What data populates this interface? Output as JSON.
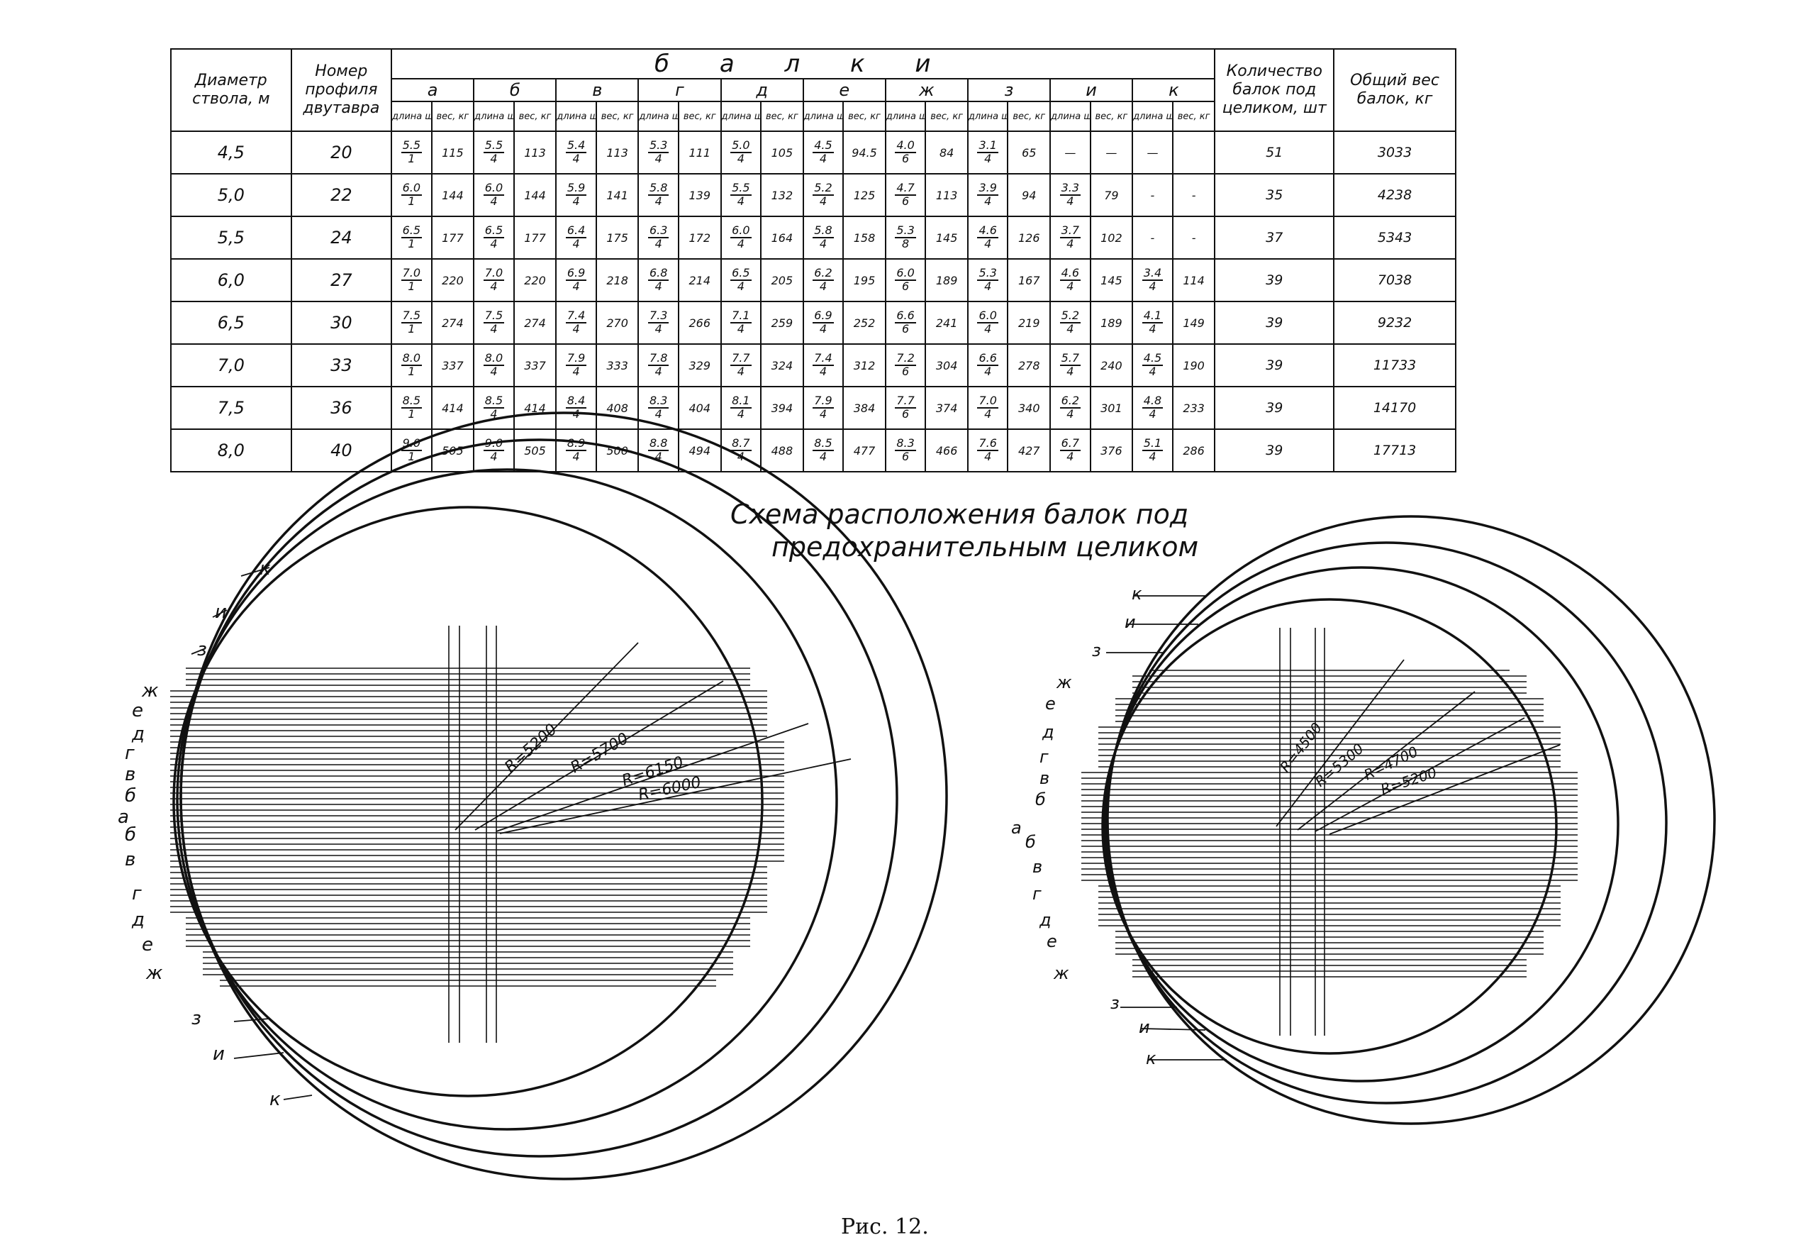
{
  "table": {
    "headers": {
      "diameter": "Диаметр ствола, м",
      "profile": "Номер профиля двутавра",
      "beams": "б а л к и",
      "count": "Количество балок под целиком, шт",
      "total": "Общий вес балок, кг"
    },
    "groups": [
      "а",
      "б",
      "в",
      "г",
      "д",
      "е",
      "ж",
      "з",
      "и",
      "к"
    ],
    "sub_len": "длина шт",
    "sub_w": "вес, кг",
    "rows": [
      {
        "d": "4,5",
        "p": "20",
        "cells": [
          [
            "5.5",
            "1",
            "115"
          ],
          [
            "5.5",
            "4",
            "113"
          ],
          [
            "5.4",
            "4",
            "113"
          ],
          [
            "5.3",
            "4",
            "111"
          ],
          [
            "5.0",
            "4",
            "105"
          ],
          [
            "4.5",
            "4",
            "94.5"
          ],
          [
            "4.0",
            "6",
            "84"
          ],
          [
            "3.1",
            "4",
            "65"
          ],
          [
            "—",
            "",
            "—"
          ],
          [
            "—",
            "",
            ""
          ]
        ],
        "count": "51",
        "total": "3033"
      },
      {
        "d": "5,0",
        "p": "22",
        "cells": [
          [
            "6.0",
            "1",
            "144"
          ],
          [
            "6.0",
            "4",
            "144"
          ],
          [
            "5.9",
            "4",
            "141"
          ],
          [
            "5.8",
            "4",
            "139"
          ],
          [
            "5.5",
            "4",
            "132"
          ],
          [
            "5.2",
            "4",
            "125"
          ],
          [
            "4.7",
            "6",
            "113"
          ],
          [
            "3.9",
            "4",
            "94"
          ],
          [
            "3.3",
            "4",
            "79"
          ],
          [
            "-",
            "",
            "-"
          ]
        ],
        "count": "35",
        "total": "4238"
      },
      {
        "d": "5,5",
        "p": "24",
        "cells": [
          [
            "6.5",
            "1",
            "177"
          ],
          [
            "6.5",
            "4",
            "177"
          ],
          [
            "6.4",
            "4",
            "175"
          ],
          [
            "6.3",
            "4",
            "172"
          ],
          [
            "6.0",
            "4",
            "164"
          ],
          [
            "5.8",
            "4",
            "158"
          ],
          [
            "5.3",
            "8",
            "145"
          ],
          [
            "4.6",
            "4",
            "126"
          ],
          [
            "3.7",
            "4",
            "102"
          ],
          [
            "-",
            "",
            "-"
          ]
        ],
        "count": "37",
        "total": "5343"
      },
      {
        "d": "6,0",
        "p": "27",
        "cells": [
          [
            "7.0",
            "1",
            "220"
          ],
          [
            "7.0",
            "4",
            "220"
          ],
          [
            "6.9",
            "4",
            "218"
          ],
          [
            "6.8",
            "4",
            "214"
          ],
          [
            "6.5",
            "4",
            "205"
          ],
          [
            "6.2",
            "4",
            "195"
          ],
          [
            "6.0",
            "6",
            "189"
          ],
          [
            "5.3",
            "4",
            "167"
          ],
          [
            "4.6",
            "4",
            "145"
          ],
          [
            "3.4",
            "4",
            "114"
          ]
        ],
        "count": "39",
        "total": "7038"
      },
      {
        "d": "6,5",
        "p": "30",
        "cells": [
          [
            "7.5",
            "1",
            "274"
          ],
          [
            "7.5",
            "4",
            "274"
          ],
          [
            "7.4",
            "4",
            "270"
          ],
          [
            "7.3",
            "4",
            "266"
          ],
          [
            "7.1",
            "4",
            "259"
          ],
          [
            "6.9",
            "4",
            "252"
          ],
          [
            "6.6",
            "6",
            "241"
          ],
          [
            "6.0",
            "4",
            "219"
          ],
          [
            "5.2",
            "4",
            "189"
          ],
          [
            "4.1",
            "4",
            "149"
          ]
        ],
        "count": "39",
        "total": "9232"
      },
      {
        "d": "7,0",
        "p": "33",
        "cells": [
          [
            "8.0",
            "1",
            "337"
          ],
          [
            "8.0",
            "4",
            "337"
          ],
          [
            "7.9",
            "4",
            "333"
          ],
          [
            "7.8",
            "4",
            "329"
          ],
          [
            "7.7",
            "4",
            "324"
          ],
          [
            "7.4",
            "4",
            "312"
          ],
          [
            "7.2",
            "6",
            "304"
          ],
          [
            "6.6",
            "4",
            "278"
          ],
          [
            "5.7",
            "4",
            "240"
          ],
          [
            "4.5",
            "4",
            "190"
          ]
        ],
        "count": "39",
        "total": "11733"
      },
      {
        "d": "7,5",
        "p": "36",
        "cells": [
          [
            "8.5",
            "1",
            "414"
          ],
          [
            "8.5",
            "4",
            "414"
          ],
          [
            "8.4",
            "4",
            "408"
          ],
          [
            "8.3",
            "4",
            "404"
          ],
          [
            "8.1",
            "4",
            "394"
          ],
          [
            "7.9",
            "4",
            "384"
          ],
          [
            "7.7",
            "6",
            "374"
          ],
          [
            "7.0",
            "4",
            "340"
          ],
          [
            "6.2",
            "4",
            "301"
          ],
          [
            "4.8",
            "4",
            "233"
          ]
        ],
        "count": "39",
        "total": "14170"
      },
      {
        "d": "8,0",
        "p": "40",
        "cells": [
          [
            "9.0",
            "1",
            "505"
          ],
          [
            "9.0",
            "4",
            "505"
          ],
          [
            "8.9",
            "4",
            "500"
          ],
          [
            "8.8",
            "4",
            "494"
          ],
          [
            "8.7",
            "4",
            "488"
          ],
          [
            "8.5",
            "4",
            "477"
          ],
          [
            "8.3",
            "6",
            "466"
          ],
          [
            "7.6",
            "4",
            "427"
          ],
          [
            "6.7",
            "4",
            "376"
          ],
          [
            "5.1",
            "4",
            "286"
          ]
        ],
        "count": "39",
        "total": "17713"
      }
    ]
  },
  "diagram": {
    "title_line1": "Схема расположения балок под",
    "title_line2": "предохранительным целиком",
    "left": {
      "labels": [
        "к",
        "и",
        "з",
        "ж",
        "е",
        "д",
        "г",
        "в",
        "б",
        "а",
        "б",
        "в",
        "г",
        "д",
        "е",
        "ж",
        "з",
        "и",
        "к"
      ],
      "radii": [
        "R=5200",
        "R=5700",
        "R=6150",
        "R=6000"
      ]
    },
    "right": {
      "labels": [
        "к",
        "и",
        "з",
        "ж",
        "е",
        "д",
        "г",
        "в",
        "б",
        "а",
        "б",
        "в",
        "г",
        "д",
        "е",
        "ж",
        "з",
        "и",
        "к"
      ],
      "radii": [
        "R=4500",
        "R=5300",
        "R=4700",
        "R=5200"
      ]
    }
  },
  "caption": "Рис. 12."
}
